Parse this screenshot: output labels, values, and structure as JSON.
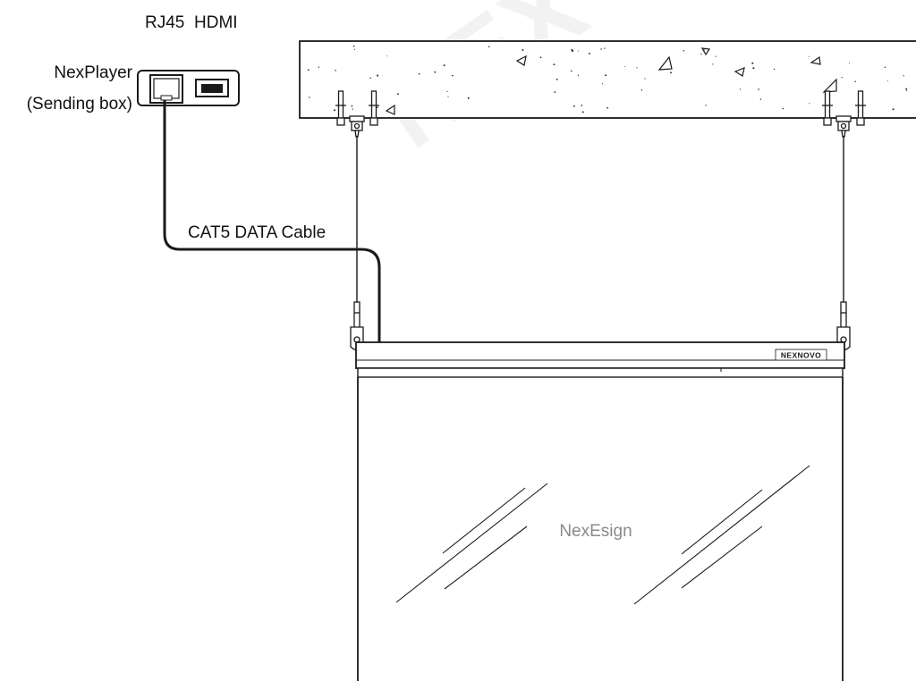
{
  "watermark": "NEX",
  "sending_box": {
    "label_line1": "NexPlayer",
    "label_line2": "(Sending box)",
    "port_rj45": "RJ45",
    "port_hdmi": "HDMI"
  },
  "cable": {
    "label": "CAT5 DATA Cable"
  },
  "display": {
    "brand_plate": "NEXNOVO",
    "screen_label": "NexEsign"
  },
  "colors": {
    "line": "#1a1a1a",
    "screen_text": "#8a8a8a",
    "watermark": "#f2f2f2"
  }
}
